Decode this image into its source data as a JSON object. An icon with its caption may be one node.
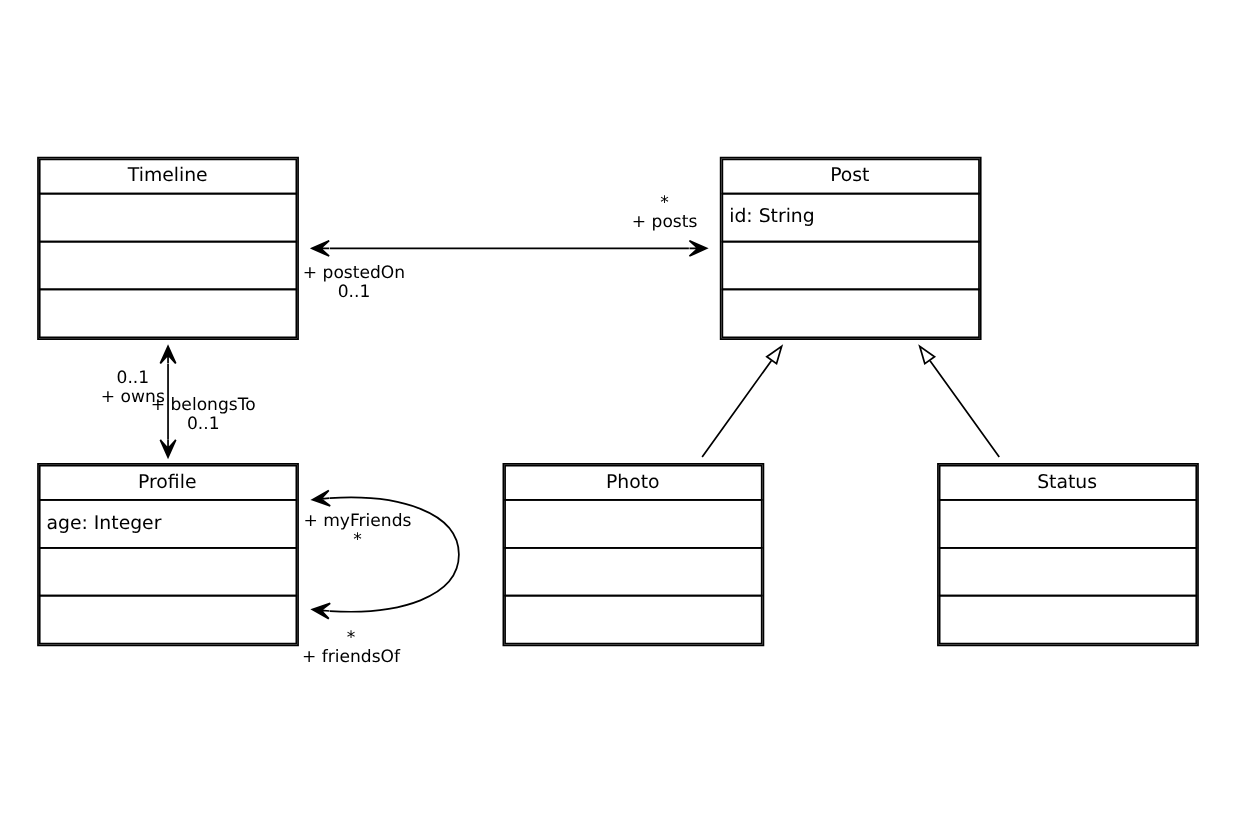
{
  "diagram": {
    "nodes": [
      {
        "text": [
          "Timeline"
        ]
      },
      {
        "text": [
          "Post",
          "id: String"
        ]
      },
      {
        "text": [
          "Profile",
          "age: Integer"
        ]
      },
      {
        "text": [
          "Photo"
        ]
      },
      {
        "text": [
          "Status"
        ]
      }
    ],
    "edges": [
      {
        "from": 0,
        "to": 1,
        "arrow": "both"
      },
      {
        "from": 2,
        "to": 0,
        "arrow": "both"
      },
      {
        "from": 2,
        "to": 2,
        "arrow": "both"
      },
      {
        "from": 3,
        "to": 1,
        "arrow": "to"
      },
      {
        "from": 4,
        "to": 1,
        "arrow": "to"
      }
    ],
    "labels": [
      "+ postedOn",
      "*",
      "0..1",
      "+ posts",
      "0..1",
      "+ owns",
      "+ belongsTo",
      "0..1",
      "+ myFriends",
      "*",
      "*",
      "+ friendsOf"
    ]
  }
}
